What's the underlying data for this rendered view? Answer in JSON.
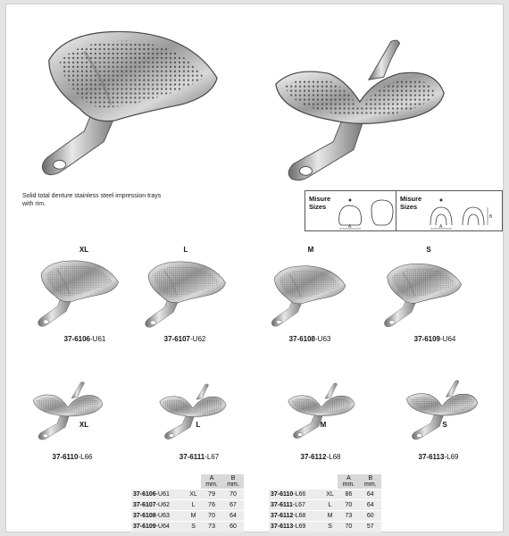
{
  "description": "Solid total denture stainless steel impression trays with rim.",
  "size_guides": [
    {
      "label": "Misure Sizes",
      "dim_a": "A",
      "dim_b": "B"
    },
    {
      "label": "Misure Sizes",
      "dim_a": "A",
      "dim_b": "B"
    }
  ],
  "upper_trays": [
    {
      "size": "XL",
      "code": "37-6106",
      "suffix": "-U61"
    },
    {
      "size": "L",
      "code": "37-6107",
      "suffix": "-U62"
    },
    {
      "size": "M",
      "code": "37-6108",
      "suffix": "-U63"
    },
    {
      "size": "S",
      "code": "37-6109",
      "suffix": "-U64"
    }
  ],
  "lower_trays": [
    {
      "size": "XL",
      "code": "37-6110",
      "suffix": "-L66"
    },
    {
      "size": "L",
      "code": "37-6111",
      "suffix": "-L67"
    },
    {
      "size": "M",
      "code": "37-6112",
      "suffix": "-L68"
    },
    {
      "size": "S",
      "code": "37-6113",
      "suffix": "-L69"
    }
  ],
  "tables": [
    {
      "headers": {
        "a": "A",
        "b": "B",
        "unit": "mm."
      },
      "rows": [
        {
          "code": "37-6106",
          "suffix": "-U61",
          "size": "XL",
          "a": "79",
          "b": "70"
        },
        {
          "code": "37-6107",
          "suffix": "-U62",
          "size": "L",
          "a": "76",
          "b": "67"
        },
        {
          "code": "37-6108",
          "suffix": "-U63",
          "size": "M",
          "a": "70",
          "b": "64"
        },
        {
          "code": "37-6109",
          "suffix": "-U64",
          "size": "S",
          "a": "73",
          "b": "60"
        }
      ]
    },
    {
      "headers": {
        "a": "A",
        "b": "B",
        "unit": "mm."
      },
      "rows": [
        {
          "code": "37-6110",
          "suffix": "-L66",
          "size": "XL",
          "a": "86",
          "b": "64"
        },
        {
          "code": "37-6111",
          "suffix": "-L67",
          "size": "L",
          "a": "70",
          "b": "64"
        },
        {
          "code": "37-6112",
          "suffix": "-L68",
          "size": "M",
          "a": "73",
          "b": "60"
        },
        {
          "code": "37-6113",
          "suffix": "-L69",
          "size": "S",
          "a": "70",
          "b": "57"
        }
      ]
    }
  ]
}
